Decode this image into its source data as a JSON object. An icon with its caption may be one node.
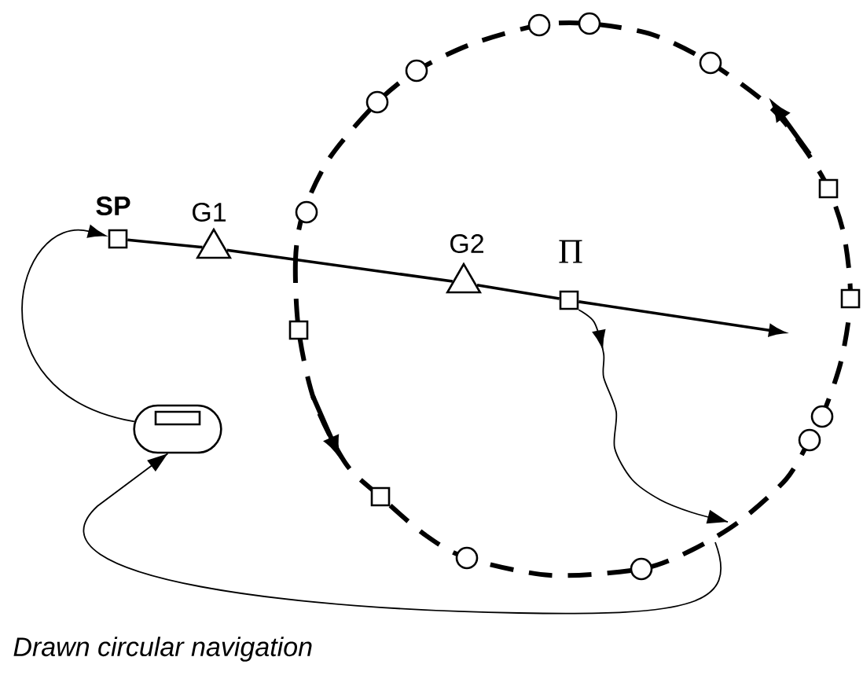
{
  "diagram": {
    "nodes": [
      {
        "text": [],
        "shape": "box",
        "beside": [
          "SP"
        ]
      },
      {
        "text": [],
        "shape": "triangle",
        "beside": [
          "G1"
        ]
      },
      {
        "text": [],
        "shape": "triangle",
        "beside": [
          "G2"
        ]
      },
      {
        "text": [],
        "shape": "box",
        "beside": [
          "Π"
        ]
      },
      {
        "text": [],
        "shape": "capsule"
      },
      {
        "text": [],
        "shape": "circle"
      },
      {
        "text": [],
        "shape": "circle"
      },
      {
        "text": [],
        "shape": "circle"
      },
      {
        "text": [],
        "shape": "circle"
      },
      {
        "text": [],
        "shape": "circle"
      },
      {
        "text": [],
        "shape": "box"
      },
      {
        "text": [],
        "shape": "circle"
      },
      {
        "text": [],
        "shape": "box"
      },
      {
        "text": [],
        "shape": "box"
      },
      {
        "text": [],
        "shape": "circle"
      },
      {
        "text": [],
        "shape": "circle"
      },
      {
        "text": [],
        "shape": "box"
      },
      {
        "text": [],
        "shape": "circle"
      },
      {
        "text": [],
        "shape": "circle"
      }
    ],
    "edges": [
      {
        "from": 0,
        "to": 1,
        "arrow": "none"
      },
      {
        "from": 1,
        "to": 2,
        "arrow": "none"
      },
      {
        "from": 2,
        "to": 3,
        "arrow": "none"
      },
      {
        "from": 3,
        "to": null,
        "arrow": "to"
      },
      {
        "from": 4,
        "to": 0,
        "arrow": "to"
      },
      {
        "from": null,
        "to": 4,
        "arrow": "to"
      },
      {
        "from": 3,
        "to": null,
        "arrow": "to"
      }
    ],
    "caption": "Drawn circular navigation"
  }
}
